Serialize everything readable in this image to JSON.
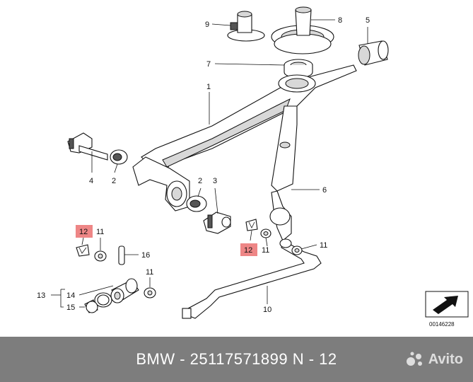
{
  "diagram": {
    "labels": {
      "l1": "1",
      "l2a": "2",
      "l2b": "2",
      "l3": "3",
      "l4": "4",
      "l5": "5",
      "l6": "6",
      "l7": "7",
      "l8": "8",
      "l9": "9",
      "l10": "10",
      "l11a": "11",
      "l11b": "11",
      "l11c": "11",
      "l11d": "11",
      "l12a": "12",
      "l12b": "12",
      "l13": "13",
      "l14": "14",
      "l15": "15",
      "l16": "16"
    },
    "highlight_color": "#ee8686",
    "catalog_code": "00146228"
  },
  "footer": {
    "text": "BMW - 25117571899     N - 12",
    "watermark": "Avito"
  }
}
